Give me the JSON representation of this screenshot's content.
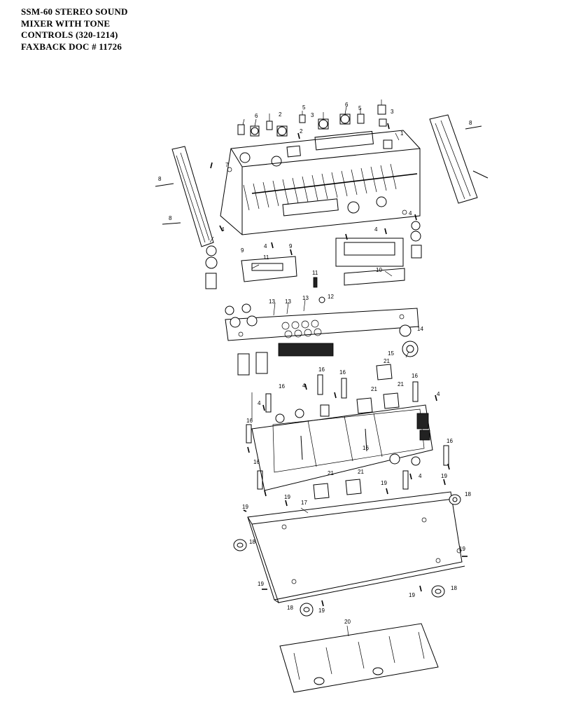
{
  "header": {
    "lines": [
      "SSM-60 STEREO SOUND",
      "MIXER WITH TONE",
      "CONTROLS  (320-1214)",
      "FAXBACK DOC # 11726"
    ]
  },
  "diagram": {
    "callouts": [
      {
        "label": "1"
      },
      {
        "label": "2"
      },
      {
        "label": "3"
      },
      {
        "label": "4"
      },
      {
        "label": "5"
      },
      {
        "label": "6"
      },
      {
        "label": "7"
      },
      {
        "label": "8"
      },
      {
        "label": "9"
      },
      {
        "label": "10"
      },
      {
        "label": "11"
      },
      {
        "label": "12"
      },
      {
        "label": "13"
      },
      {
        "label": "14"
      },
      {
        "label": "15"
      },
      {
        "label": "16"
      },
      {
        "label": "17"
      },
      {
        "label": "18"
      },
      {
        "label": "19"
      },
      {
        "label": "20"
      },
      {
        "label": "21"
      }
    ]
  }
}
